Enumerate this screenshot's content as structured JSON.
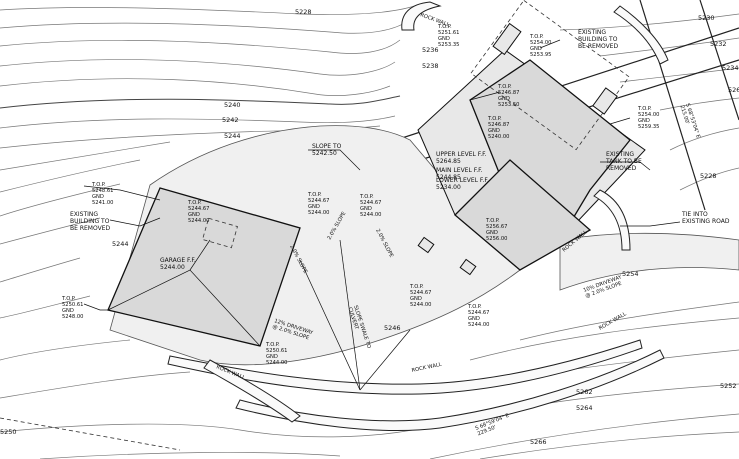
{
  "contour_labels": [
    "5228",
    "5230",
    "5232",
    "5234",
    "5236",
    "5238",
    "5240",
    "5242",
    "5244",
    "5244",
    "5246",
    "5262",
    "5264",
    "5266",
    "5264",
    "5228",
    "5254",
    "5252",
    "5250"
  ],
  "annotations": {
    "existing_building_top": "EXISTING\nBUILDING TO\nBE REMOVED",
    "existing_building_left": "EXISTING\nBUILDING TO\nBE REMOVED",
    "existing_tank": "EXISTING\nTANK TO BE\nREMOVED",
    "tie_into_road": "TIE INTO\nEXISTING ROAD",
    "slope_to": "SLOPE TO\n5242.50",
    "garage_ff": "GARAGE F.F.\n5244.00",
    "upper_level": "UPPER LEVEL F.F.\n5264.85",
    "main_level": "MAIN LEVEL F.F.\n5244.85",
    "lower_level": "LOWER LEVEL F.F.\n5234.00",
    "slope_2pct_a": "2.0% SLOPE",
    "slope_2pct_b": "2.0% SLOPE",
    "slope_2pct_c": "2.0% SLOPE",
    "slope_swale": "SLOPE SWALE TO\nCULVERT",
    "driveway": "12% DRIVEWAY\n@ 2.0% SLOPE",
    "driveway_b": "10% DRIVEWAY\n@ 2.0% SLOPE",
    "rock_wall_a": "ROCK WALL",
    "rock_wall_b": "ROCK WALL",
    "rock_wall_c": "ROCK WALL",
    "rock_wall_d": "ROCK WALL",
    "rock_wall_e": "ROCK WALL",
    "boundary_a": "S 68°53'04\" E\n215.00'",
    "boundary_b": "S 68°59'04\" E\n229.50'"
  },
  "spot_elevations": [
    {
      "label": "T.O.P.\n5251.61\nGND\n5253.35"
    },
    {
      "label": "T.O.P.\n5254.00\nGND\n5253.95"
    },
    {
      "label": "T.O.P.\n5246.87\nGND\n5253.50"
    },
    {
      "label": "T.O.P.\n5246.87\nGND\n5240.00"
    },
    {
      "label": "T.O.P.\n5254.00\nGND\n5259.35"
    },
    {
      "label": "T.O.P.\n5248.61\nGND\n5241.00"
    },
    {
      "label": "T.O.P.\n5244.67\nGND\n5244.00"
    },
    {
      "label": "T.O.P.\n5244.67\nGND\n5244.00"
    },
    {
      "label": "T.O.P.\n5244.67\nGND\n5244.00"
    },
    {
      "label": "T.O.P.\n5256.67\nGND\n5256.00"
    },
    {
      "label": "T.O.P.\n5250.61\nGND\n5248.00"
    },
    {
      "label": "T.O.P.\n5244.67\nGND\n5244.00"
    },
    {
      "label": "T.O.P.\n5244.67\nGND\n5244.00"
    },
    {
      "label": "T.O.P.\n5250.61\nGND\n5244.00"
    }
  ]
}
